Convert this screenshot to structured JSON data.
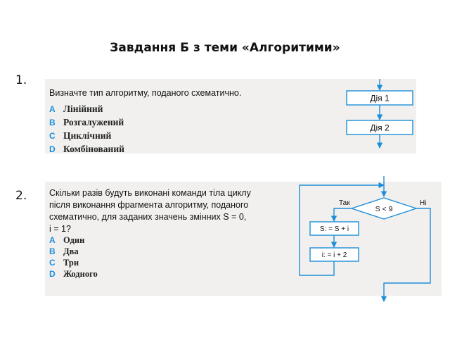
{
  "title": "Завдання Б  з теми «Алгоритими»",
  "questions": [
    {
      "number": "1.",
      "text": "Визначте тип алгоритму, поданого схематично.",
      "options": [
        {
          "letter": "A",
          "text": "Лінійний"
        },
        {
          "letter": "B",
          "text": "Розгалужений"
        },
        {
          "letter": "C",
          "text": "Циклічний"
        },
        {
          "letter": "D",
          "text": "Комбінований"
        }
      ],
      "flowchart": {
        "block1": "Дія 1",
        "block2": "Дія 2"
      }
    },
    {
      "number": "2.",
      "text_lines": [
        "Скільки разів будуть виконані команди тіла циклу",
        "після виконання фрагмента алгоритму, поданого",
        "схематично, для заданих значень змінних S = 0,",
        "i = 1?"
      ],
      "options": [
        {
          "letter": "A",
          "text": "Один"
        },
        {
          "letter": "B",
          "text": "Два"
        },
        {
          "letter": "C",
          "text": "Три"
        },
        {
          "letter": "D",
          "text": "Жодного"
        }
      ],
      "flowchart": {
        "condition": "S < 9",
        "yes_label": "Так",
        "no_label": "Ні",
        "step1": "S: = S + i",
        "step2": "i: = i + 2"
      }
    }
  ],
  "colors": {
    "accent": "#1d8fd8",
    "panel": "#f1f0ef",
    "flow_line": "#1d8fd8"
  }
}
